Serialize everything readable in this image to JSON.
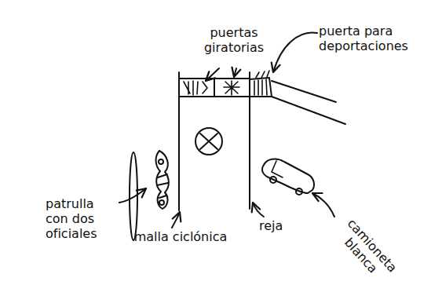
{
  "diagram": {
    "labels": [
      "puertas giratorias",
      "puerta para deportaciones",
      "patrulla con dos oficiales",
      "malla ciclónica",
      "reja",
      "camioneta blanca"
    ]
  }
}
